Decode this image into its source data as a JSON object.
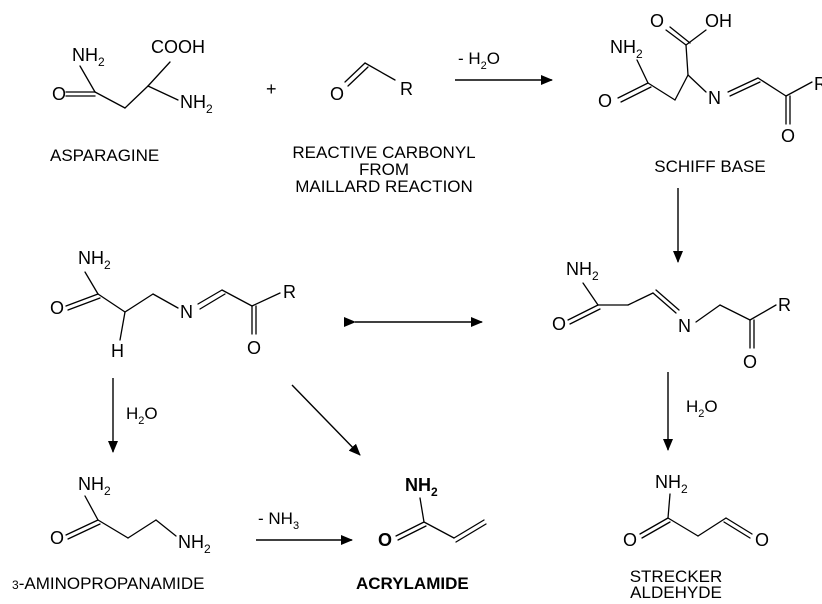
{
  "atoms": {
    "nh2": "NH",
    "sub2": "2",
    "sub3": "3",
    "o": "O",
    "r": "R",
    "h": "H",
    "n": "N",
    "cooh": "COOH",
    "oh": "OH"
  },
  "labels": {
    "asparagine": "ASPARAGINE",
    "carbonyl_1": "REACTIVE CARBONYL",
    "carbonyl_2": "FROM",
    "carbonyl_3": "MAILLARD REACTION",
    "schiff": "SCHIFF BASE",
    "aminoprop_prefix": "3",
    "aminoprop": "-AMINOPROPANAMIDE",
    "acrylamide": "ACRYLAMIDE",
    "strecker_1": "STRECKER",
    "strecker_2": "ALDEHYDE"
  },
  "symbols": {
    "plus": "+"
  },
  "reagents": {
    "minus_water_prefix": "- H",
    "water_prefix": "H",
    "oxygen": "O",
    "minus_ammonia_prefix": "- NH"
  }
}
